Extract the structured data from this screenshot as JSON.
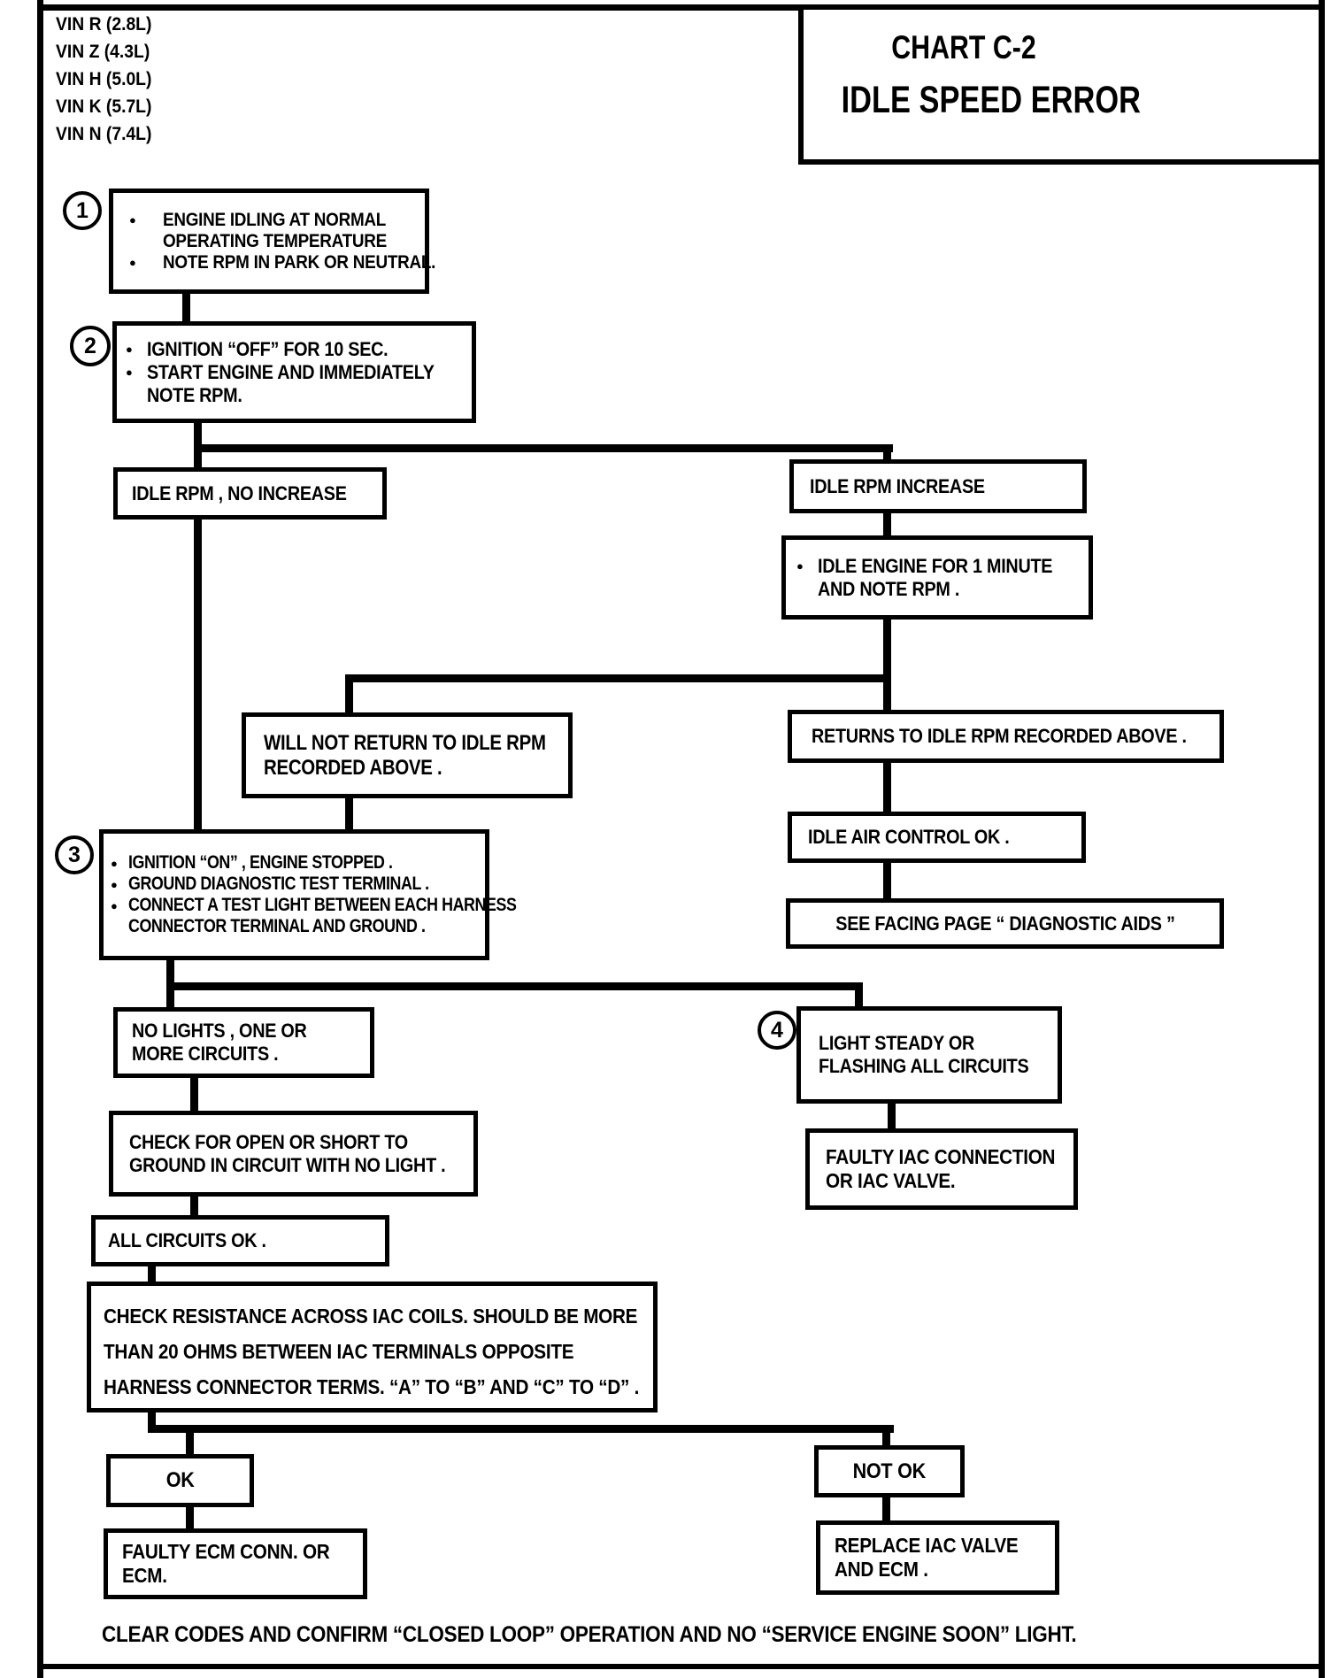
{
  "page": {
    "vin_list": [
      "VIN R (2.8L)",
      "VIN Z (4.3L)",
      "VIN H (5.0L)",
      "VIN K (5.7L)",
      "VIN N (7.4L)"
    ],
    "title": {
      "line1": "CHART C-2",
      "line2": "IDLE SPEED ERROR"
    },
    "footer_note": "CLEAR CODES AND CONFIRM  “CLOSED LOOP” OPERATION AND NO “SERVICE ENGINE SOON” LIGHT.",
    "ink_color": "#000000",
    "paper_color": "#ffffff"
  },
  "glyphs": {
    "bullet": "●"
  },
  "markers": {
    "m1": "1",
    "m2": "2",
    "m3": "3",
    "m4": "4"
  },
  "nodes": {
    "engine_idling": {
      "lines": [
        "ENGINE IDLING AT NORMAL",
        "OPERATING TEMPERATURE",
        "NOTE RPM IN PARK OR  NEUTRAL."
      ]
    },
    "ignition_off": {
      "lines": [
        "IGNITION “OFF”  FOR 10 SEC.",
        "START ENGINE  AND IMMEDIATELY",
        "NOTE RPM."
      ]
    },
    "idle_rpm_no_increase": {
      "text": "IDLE RPM , NO INCREASE"
    },
    "idle_rpm_increase": {
      "text": "IDLE RPM INCREASE"
    },
    "idle_engine_1_minute": {
      "lines": [
        "IDLE ENGINE FOR 1 MINUTE",
        "AND NOTE RPM ."
      ]
    },
    "will_not_return": {
      "lines": [
        "WILL NOT RETURN TO IDLE RPM",
        "RECORDED ABOVE ."
      ]
    },
    "returns_to_idle": {
      "text": "RETURNS TO IDLE RPM RECORDED ABOVE ."
    },
    "ignition_on": {
      "lines": [
        "IGNITION “ON” , ENGINE STOPPED .",
        "GROUND DIAGNOSTIC TEST TERMINAL .",
        "CONNECT A TEST LIGHT BETWEEN EACH HARNESS",
        "CONNECTOR TERMINAL AND GROUND ."
      ]
    },
    "idle_air_control_ok": {
      "text": "IDLE AIR CONTROL OK ."
    },
    "see_facing_page": {
      "text": "SEE FACING PAGE “ DIAGNOSTIC AIDS ”"
    },
    "no_lights": {
      "lines": [
        "NO LIGHTS , ONE OR",
        "MORE CIRCUITS ."
      ]
    },
    "light_steady": {
      "lines": [
        "LIGHT STEADY OR",
        "FLASHING  ALL CIRCUITS"
      ]
    },
    "check_open_short": {
      "lines": [
        "CHECK FOR OPEN OR SHORT TO",
        "GROUND IN CIRCUIT WITH NO LIGHT ."
      ]
    },
    "faulty_iac": {
      "lines": [
        "FAULTY IAC CONNECTION",
        "OR IAC VALVE."
      ]
    },
    "all_circuits_ok": {
      "text": "ALL CIRCUITS OK ."
    },
    "check_resistance": {
      "lines": [
        "CHECK RESISTANCE ACROSS IAC COILS. SHOULD BE MORE",
        "THAN 20 OHMS BETWEEN IAC TERMINALS OPPOSITE",
        "HARNESS CONNECTOR TERMS. “A” TO “B” AND “C” TO “D” ."
      ]
    },
    "ok": {
      "text": "OK"
    },
    "not_ok": {
      "text": "NOT OK"
    },
    "faulty_ecm": {
      "lines": [
        "FAULTY ECM CONN. OR",
        "ECM."
      ]
    },
    "replace_iac": {
      "lines": [
        "REPLACE IAC VALVE",
        "AND ECM ."
      ]
    }
  }
}
